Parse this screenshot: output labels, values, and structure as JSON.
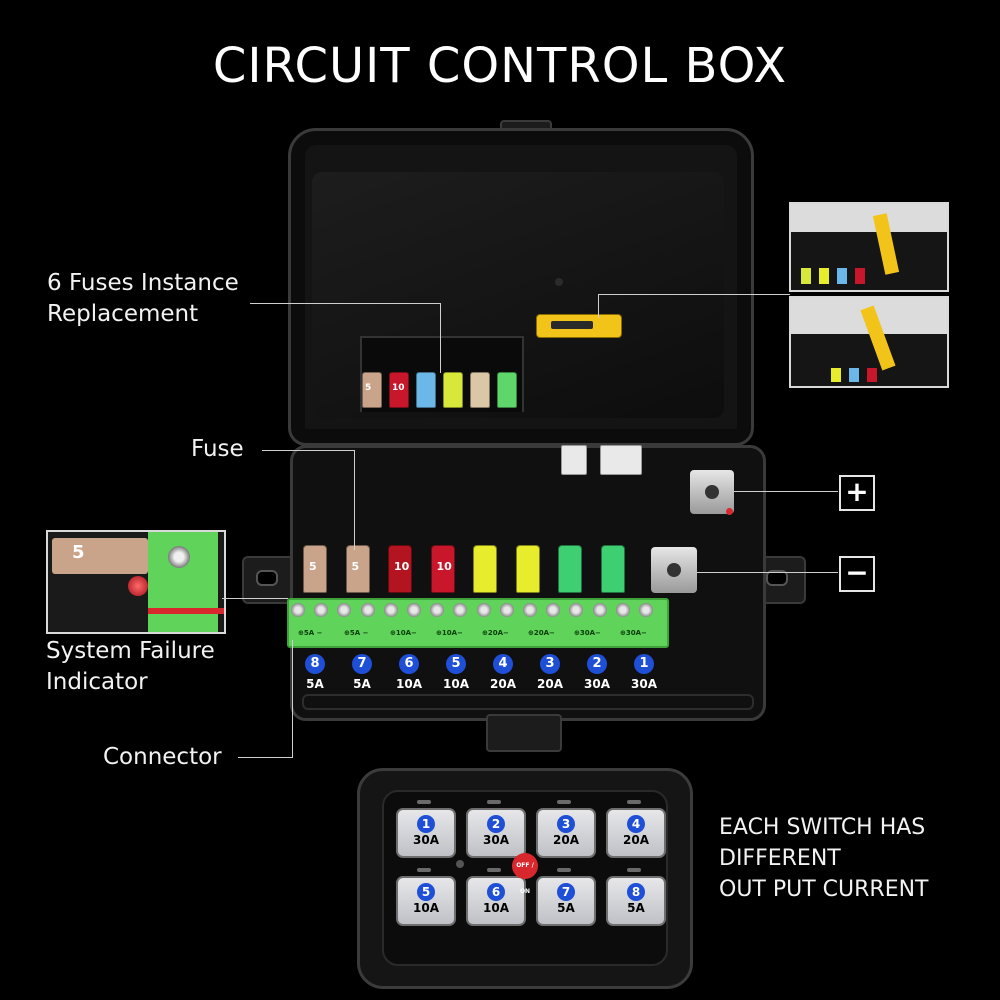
{
  "title": "CIRCUIT CONTROL BOX",
  "callouts": {
    "spare_fuses": [
      "6 Fuses Instance",
      "Replacement"
    ],
    "fuse": "Fuse",
    "failure_indicator": [
      "System Failure",
      "Indicator"
    ],
    "connector": "Connector",
    "switch_note": [
      "EACH SWITCH HAS",
      "DIFFERENT",
      "OUT PUT CURRENT"
    ]
  },
  "terminals": {
    "positive": "+",
    "negative": "−"
  },
  "inset_fuse_label": "5",
  "spare_fuse_labels": [
    "5",
    "10",
    "",
    "",
    "",
    ""
  ],
  "spare_fuse_colors": [
    "#c9a48a",
    "#c8172b",
    "#6bb7e8",
    "#d8e83a",
    "#d9c7a6",
    "#5ed66a"
  ],
  "main_fuse_labels": [
    "5",
    "5",
    "10",
    "10",
    "",
    "",
    "",
    ""
  ],
  "main_fuse_colors": [
    "#c9a48a",
    "#c9a48a",
    "#b3141f",
    "#c8172b",
    "#e7ec2c",
    "#e7ec2c",
    "#3fcf73",
    "#3fcf73"
  ],
  "strip_labels": [
    "⊕5A −",
    "⊕5A −",
    "⊕10A−",
    "⊕10A−",
    "⊕20A−",
    "⊕20A−",
    "⊕30A−",
    "⊕30A−"
  ],
  "channels": [
    {
      "num": "8",
      "amp": "5A"
    },
    {
      "num": "7",
      "amp": "5A"
    },
    {
      "num": "6",
      "amp": "10A"
    },
    {
      "num": "5",
      "amp": "10A"
    },
    {
      "num": "4",
      "amp": "20A"
    },
    {
      "num": "3",
      "amp": "20A"
    },
    {
      "num": "2",
      "amp": "30A"
    },
    {
      "num": "1",
      "amp": "30A"
    }
  ],
  "keypad": {
    "power_label": "OFF / ON",
    "keys": [
      {
        "num": "1",
        "amp": "30A"
      },
      {
        "num": "2",
        "amp": "30A"
      },
      {
        "num": "3",
        "amp": "20A"
      },
      {
        "num": "4",
        "amp": "20A"
      },
      {
        "num": "5",
        "amp": "10A"
      },
      {
        "num": "6",
        "amp": "10A"
      },
      {
        "num": "7",
        "amp": "5A"
      },
      {
        "num": "8",
        "amp": "5A"
      }
    ]
  },
  "colors": {
    "terminal_green": "#5fd35a",
    "channel_blue": "#1e4fd6",
    "fuse_puller_yellow": "#f2c318",
    "power_red": "#d9272e"
  }
}
